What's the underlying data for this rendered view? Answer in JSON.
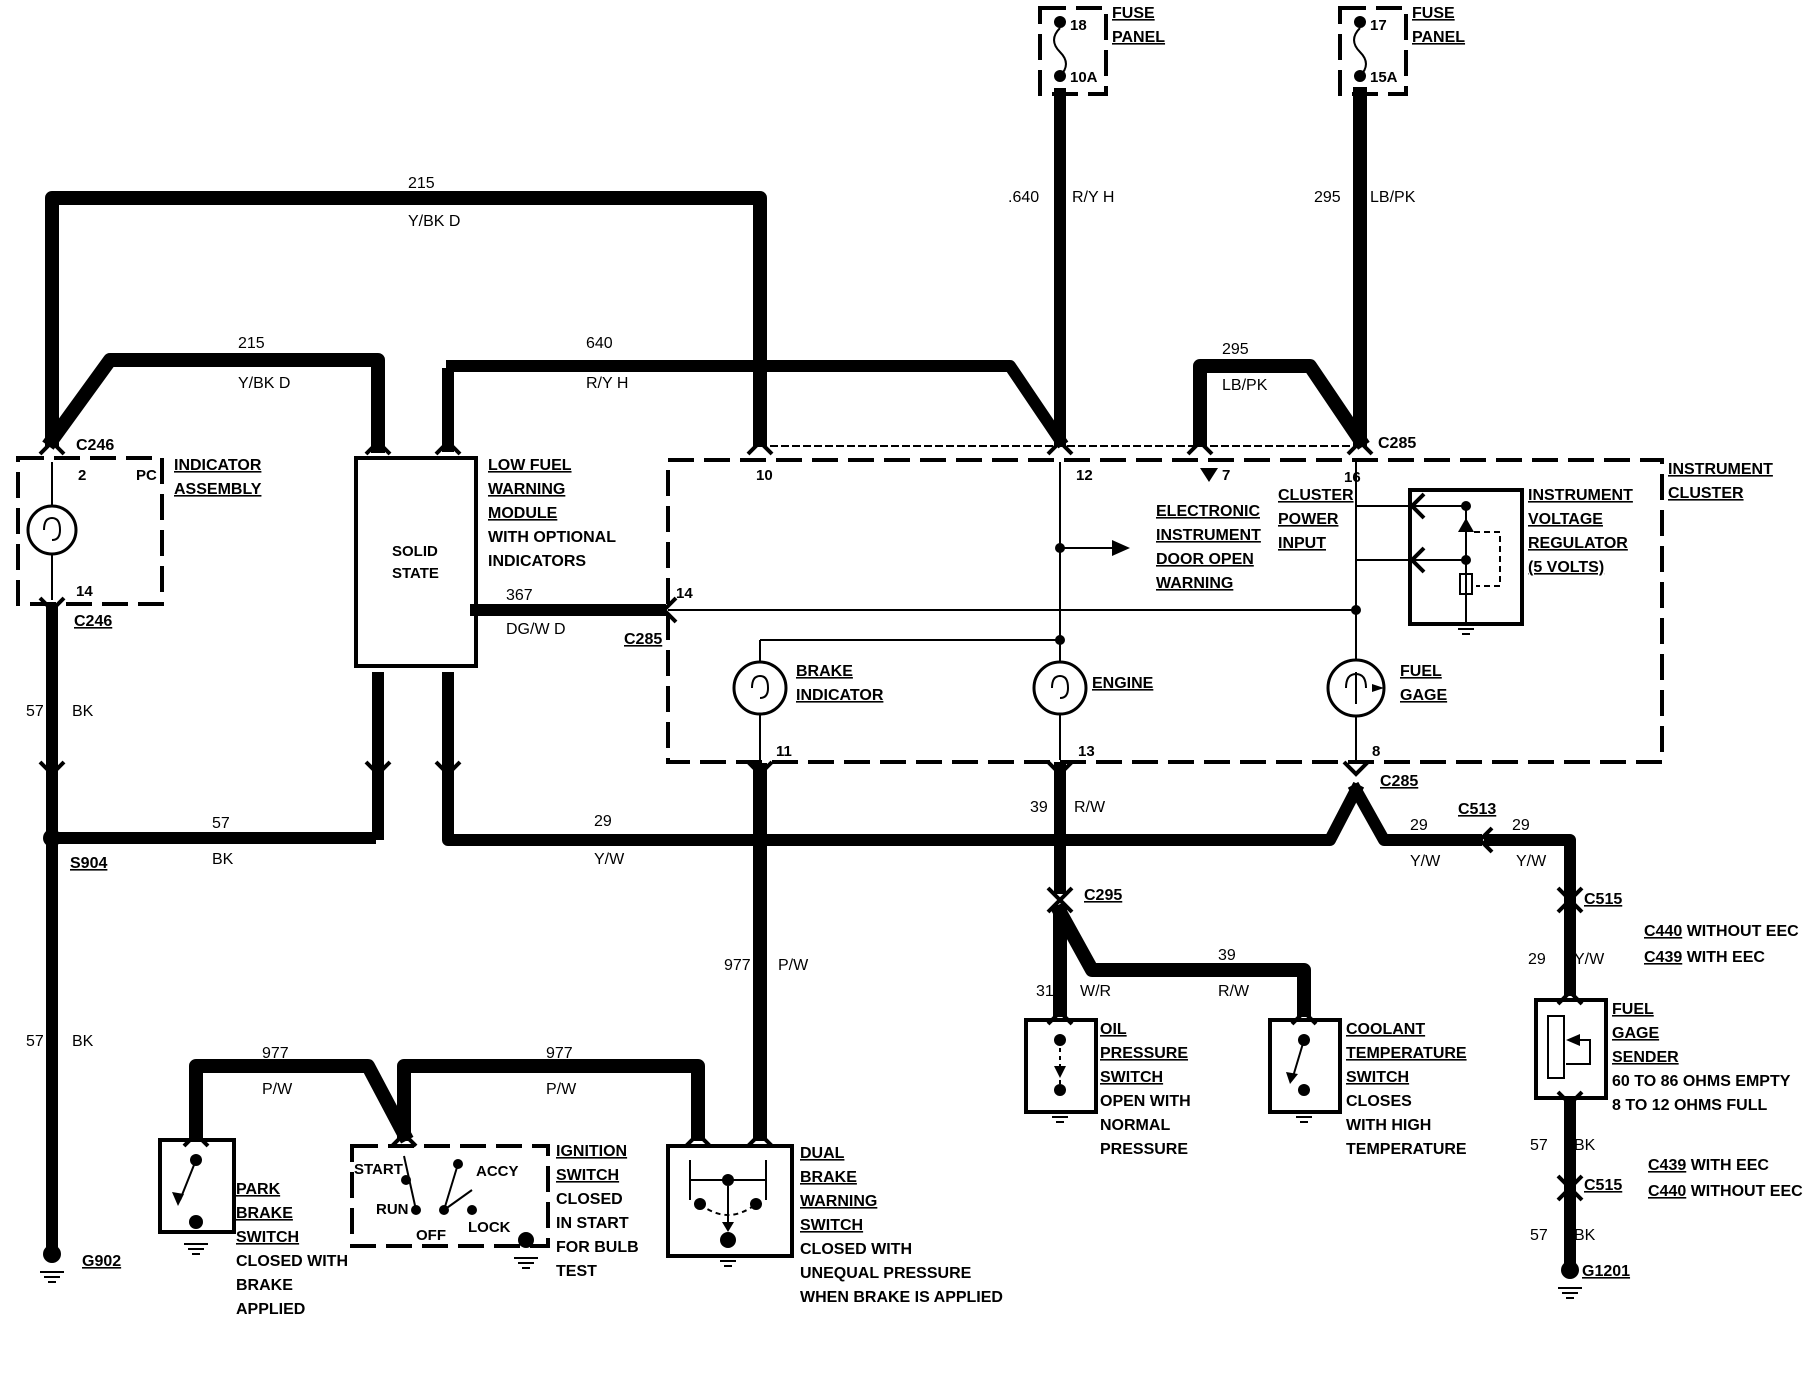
{
  "fuse_panels": [
    {
      "cavity": "18",
      "rating": "10A",
      "label_lines": [
        "FUSE",
        "PANEL"
      ]
    },
    {
      "cavity": "17",
      "rating": "15A",
      "label_lines": [
        "FUSE",
        "PANEL"
      ]
    }
  ],
  "wires": {
    "w215_top": {
      "number": "215",
      "color": "Y/BK D"
    },
    "w215_mid": {
      "number": "215",
      "color": "Y/BK D"
    },
    "w640_mid": {
      "number": "640",
      "color": "R/Y H"
    },
    "w640_vert": {
      "number": ".640",
      "color": "R/Y H"
    },
    "w295_vert": {
      "number": "295",
      "color": "LB/PK"
    },
    "w295_loop": {
      "number": "295",
      "color": "LB/PK"
    },
    "w367": {
      "number": "367",
      "color": "DG/W D"
    },
    "w57_a": {
      "number": "57",
      "color": "BK"
    },
    "w57_b": {
      "number": "57",
      "color": "BK"
    },
    "w57_c": {
      "number": "57",
      "color": "BK"
    },
    "w29_main": {
      "number": "29",
      "color": "Y/W"
    },
    "w29_r1": {
      "number": "29",
      "color": "Y/W"
    },
    "w29_r2": {
      "number": "29",
      "color": "Y/W"
    },
    "w29_r3": {
      "number": "29",
      "color": "Y/W"
    },
    "w39_a": {
      "number": "39",
      "color": "R/W"
    },
    "w39_b": {
      "number": "39",
      "color": "R/W"
    },
    "w31": {
      "number": "31",
      "color": "W/R"
    },
    "w977_vert": {
      "number": "977",
      "color": "P/W"
    },
    "w977_l": {
      "number": "977",
      "color": "P/W"
    },
    "w977_r": {
      "number": "977",
      "color": "P/W"
    },
    "w57_s1": {
      "number": "57",
      "color": "BK"
    },
    "w57_s2": {
      "number": "57",
      "color": "BK"
    }
  },
  "connectors": {
    "c246_top": "C246",
    "c246_bot": "C246",
    "c285_top": "C285",
    "c285_left": "C285",
    "c285_bot": "C285",
    "c513": "C513",
    "c515_a": "C515",
    "c515_b": "C515",
    "c295": "C295",
    "s904": "S904",
    "g902": "G902",
    "g1201": "G1201"
  },
  "pins": {
    "p2": "2",
    "pc": "PC",
    "p14a": "14",
    "p10": "10",
    "p12": "12",
    "p7": "7",
    "p16": "16",
    "p14b": "14",
    "p11": "11",
    "p13": "13",
    "p8": "8"
  },
  "components": {
    "indicator": [
      "INDICATOR",
      "ASSEMBLY"
    ],
    "module_inner": [
      "SOLID",
      "STATE"
    ],
    "module": [
      "LOW FUEL",
      "WARNING",
      "MODULE"
    ],
    "module_note": [
      "WITH OPTIONAL",
      "INDICATORS"
    ],
    "cluster": [
      "INSTRUMENT",
      "CLUSTER"
    ],
    "door": [
      "ELECTRONIC",
      "INSTRUMENT",
      "DOOR OPEN",
      "WARNING"
    ],
    "power": [
      "CLUSTER",
      "POWER",
      "INPUT"
    ],
    "regulator": [
      "INSTRUMENT",
      "VOLTAGE",
      "REGULATOR",
      "(5 VOLTS)"
    ],
    "brake_ind": [
      "BRAKE",
      "INDICATOR"
    ],
    "engine": "ENGINE",
    "fuel_gage": [
      "FUEL",
      "GAGE"
    ],
    "oil": [
      "OIL",
      "PRESSURE",
      "SWITCH"
    ],
    "oil_note": [
      "OPEN WITH",
      "NORMAL",
      "PRESSURE"
    ],
    "coolant": [
      "COOLANT",
      "TEMPERATURE",
      "SWITCH"
    ],
    "coolant_note": [
      "CLOSES",
      "WITH HIGH",
      "TEMPERATURE"
    ],
    "sender": [
      "FUEL",
      "GAGE",
      "SENDER"
    ],
    "sender_note": [
      "60 TO 86 OHMS EMPTY",
      "8 TO 12 OHMS FULL"
    ],
    "park": [
      "PARK",
      "BRAKE",
      "SWITCH"
    ],
    "park_note": [
      "CLOSED WITH",
      "BRAKE",
      "APPLIED"
    ],
    "ignition": [
      "IGNITION",
      "SWITCH"
    ],
    "ignition_note": [
      "CLOSED",
      "IN START",
      "FOR BULB",
      "TEST"
    ],
    "ign_positions": [
      "START",
      "ACCY",
      "RUN",
      "OFF",
      "LOCK"
    ],
    "dual": [
      "DUAL",
      "BRAKE",
      "WARNING",
      "SWITCH"
    ],
    "dual_note": [
      "CLOSED WITH",
      "UNEQUAL PRESSURE",
      "WHEN BRAKE IS APPLIED"
    ]
  },
  "notes": {
    "c515_top": [
      {
        "conn": "C440",
        "text": " WITHOUT EEC"
      },
      {
        "conn": "C439",
        "text": " WITH EEC"
      }
    ],
    "c515_bot": [
      {
        "conn": "C439",
        "text": " WITH EEC"
      },
      {
        "conn": "C440",
        "text": " WITHOUT EEC"
      }
    ]
  }
}
